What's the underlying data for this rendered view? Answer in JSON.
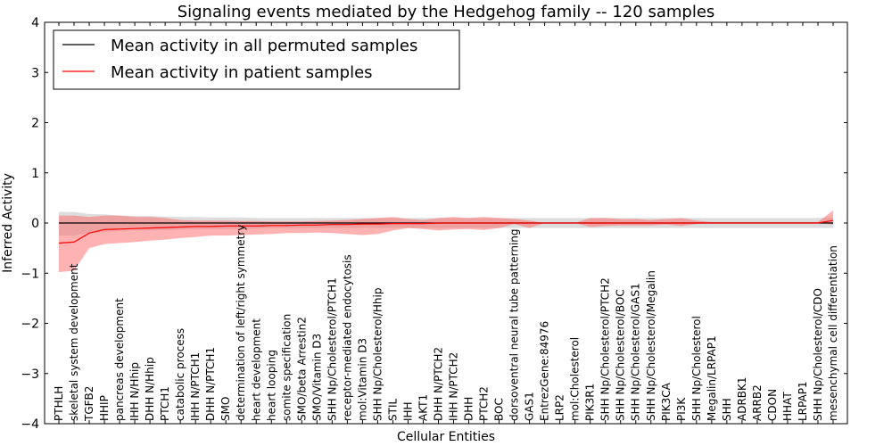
{
  "chart_data": {
    "type": "line",
    "title": "Signaling events mediated by the Hedgehog family -- 120 samples",
    "xlabel": "Cellular Entities",
    "ylabel": "Inferred Activity",
    "ylim": [
      -4,
      4
    ],
    "yticks": [
      "4",
      "3",
      "2",
      "1",
      "0",
      "−1",
      "−2",
      "−3",
      "−4"
    ],
    "grid": false,
    "legend_position": "top-left",
    "categories": [
      "PTHLH",
      "skeletal system development",
      "TGFB2",
      "HHIP",
      "pancreas development",
      "IHH N/Hhip",
      "DHH N/Hhip",
      "PTCH1",
      "catabolic process",
      "IHH N/PTCH1",
      "DHH N/PTCH1",
      "SMO",
      "determination of left/right symmetry",
      "heart development",
      "heart looping",
      "somite specification",
      "SMO/beta Arrestin2",
      "SMO/Vitamin D3",
      "SHH Np/Cholesterol/PTCH1",
      "receptor-mediated endocytosis",
      "mol:Vitamin D3",
      "SHH Np/Cholesterol/Hhip",
      "STIL",
      "IHH",
      "AKT1",
      "DHH N/PTCH2",
      "IHH N/PTCH2",
      "DHH",
      "PTCH2",
      "BOC",
      "dorsoventral neural tube patterning",
      "GAS1",
      "EntrezGene:84976",
      "LRP2",
      "mol:Cholesterol",
      "PIK3R1",
      "SHH Np/Cholesterol/PTCH2",
      "SHH Np/Cholesterol/BOC",
      "SHH Np/Cholesterol/GAS1",
      "SHH Np/Cholesterol/Megalin",
      "PIK3CA",
      "PI3K",
      "SHH Np/Cholesterol",
      "Megalin/LRPAP1",
      "SHH",
      "ADRBK1",
      "ARRB2",
      "CDON",
      "HHAT",
      "LRPAP1",
      "SHH Np/Cholesterol/CDO",
      "mesenchymal cell differentiation"
    ],
    "series": [
      {
        "name": "Mean activity in all permuted samples",
        "color": "#000000",
        "values": [
          0.0,
          0.0,
          0.0,
          0.0,
          0.0,
          0.0,
          0.0,
          0.0,
          0.0,
          0.0,
          0.0,
          0.0,
          0.0,
          0.0,
          0.0,
          0.0,
          0.0,
          0.0,
          0.0,
          0.0,
          0.0,
          0.0,
          0.0,
          0.0,
          0.0,
          0.0,
          0.0,
          0.0,
          0.0,
          0.0,
          0.0,
          0.0,
          0.0,
          0.0,
          0.0,
          0.0,
          0.0,
          0.0,
          0.0,
          0.0,
          0.0,
          0.0,
          0.0,
          0.0,
          0.0,
          0.0,
          0.0,
          0.0,
          0.0,
          0.0,
          0.0,
          0.0
        ],
        "band_lower": [
          -0.25,
          -0.25,
          -0.2,
          -0.18,
          -0.16,
          -0.15,
          -0.15,
          -0.14,
          -0.13,
          -0.12,
          -0.12,
          -0.12,
          -0.12,
          -0.11,
          -0.1,
          -0.1,
          -0.1,
          -0.1,
          -0.1,
          -0.1,
          -0.1,
          -0.1,
          -0.1,
          -0.1,
          -0.1,
          -0.1,
          -0.1,
          -0.1,
          -0.1,
          -0.1,
          -0.1,
          -0.1,
          -0.1,
          -0.1,
          -0.1,
          -0.1,
          -0.1,
          -0.1,
          -0.1,
          -0.1,
          -0.1,
          -0.1,
          -0.1,
          -0.1,
          -0.1,
          -0.1,
          -0.1,
          -0.1,
          -0.1,
          -0.1,
          -0.1,
          -0.1
        ],
        "band_upper": [
          0.22,
          0.22,
          0.18,
          0.17,
          0.15,
          0.14,
          0.14,
          0.13,
          0.12,
          0.12,
          0.11,
          0.11,
          0.11,
          0.1,
          0.1,
          0.1,
          0.1,
          0.1,
          0.1,
          0.1,
          0.1,
          0.1,
          0.1,
          0.1,
          0.1,
          0.1,
          0.1,
          0.1,
          0.1,
          0.1,
          0.1,
          0.1,
          0.1,
          0.1,
          0.1,
          0.1,
          0.1,
          0.1,
          0.1,
          0.1,
          0.1,
          0.1,
          0.1,
          0.1,
          0.1,
          0.1,
          0.1,
          0.1,
          0.1,
          0.1,
          0.1,
          0.12
        ],
        "band_color": "#bbbbbb"
      },
      {
        "name": "Mean activity in patient samples",
        "color": "#ff0000",
        "values": [
          -0.4,
          -0.38,
          -0.2,
          -0.13,
          -0.12,
          -0.11,
          -0.1,
          -0.09,
          -0.08,
          -0.07,
          -0.07,
          -0.06,
          -0.06,
          -0.06,
          -0.05,
          -0.05,
          -0.04,
          -0.04,
          -0.03,
          -0.03,
          -0.02,
          -0.02,
          -0.01,
          -0.01,
          -0.01,
          0.0,
          0.0,
          0.0,
          0.0,
          0.0,
          0.0,
          0.0,
          0.0,
          0.0,
          0.0,
          0.0,
          0.0,
          0.0,
          0.0,
          0.0,
          0.0,
          0.0,
          0.0,
          0.0,
          0.0,
          0.0,
          0.0,
          0.0,
          0.0,
          0.0,
          0.0,
          0.05
        ],
        "band_lower": [
          -0.98,
          -0.95,
          -0.5,
          -0.42,
          -0.4,
          -0.38,
          -0.35,
          -0.33,
          -0.3,
          -0.28,
          -0.25,
          -0.25,
          -0.24,
          -0.23,
          -0.22,
          -0.2,
          -0.2,
          -0.19,
          -0.2,
          -0.22,
          -0.24,
          -0.22,
          -0.15,
          -0.1,
          -0.12,
          -0.15,
          -0.13,
          -0.12,
          -0.14,
          -0.1,
          -0.02,
          -0.1,
          0.0,
          0.0,
          0.0,
          -0.08,
          -0.06,
          -0.05,
          -0.05,
          -0.05,
          -0.03,
          -0.06,
          -0.02,
          0.0,
          0.0,
          0.0,
          0.0,
          0.0,
          0.0,
          0.0,
          0.0,
          -0.03
        ],
        "band_upper": [
          0.15,
          0.15,
          0.12,
          0.15,
          0.15,
          0.12,
          0.12,
          0.1,
          0.06,
          0.05,
          0.05,
          0.05,
          0.04,
          0.04,
          0.03,
          0.03,
          0.03,
          0.04,
          0.05,
          0.06,
          0.08,
          0.1,
          0.12,
          0.08,
          0.06,
          0.1,
          0.12,
          0.1,
          0.12,
          0.1,
          0.08,
          0.05,
          0.0,
          0.0,
          0.0,
          0.1,
          0.1,
          0.08,
          0.08,
          0.06,
          0.08,
          0.1,
          0.05,
          0.02,
          0.02,
          0.02,
          0.02,
          0.02,
          0.02,
          0.02,
          0.02,
          0.25
        ],
        "band_color": "#ff6666"
      }
    ]
  }
}
